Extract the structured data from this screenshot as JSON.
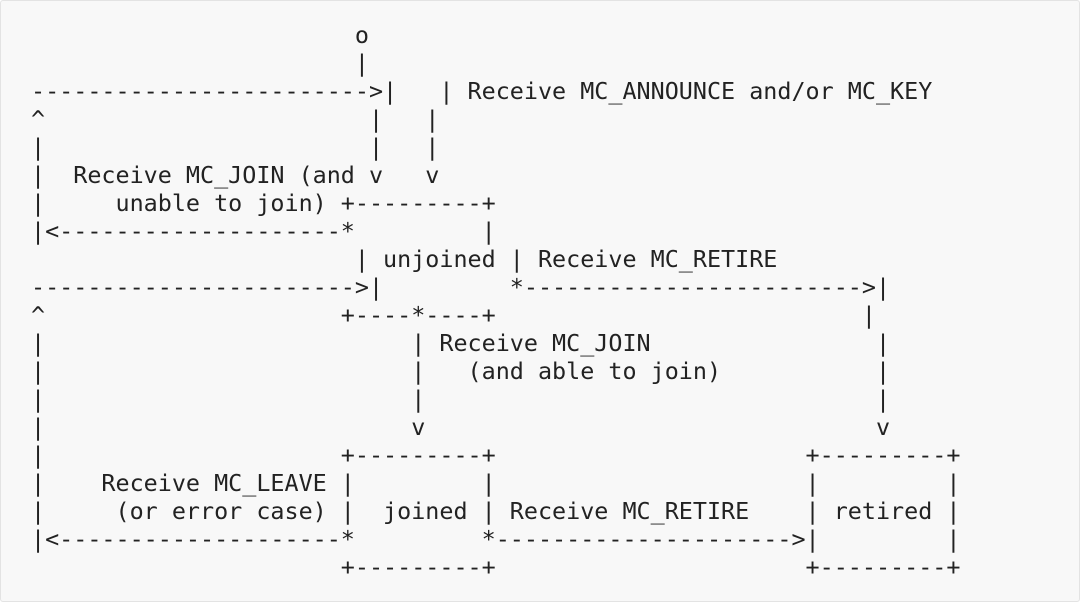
{
  "diagram": {
    "lines": [
      "                       o",
      "                       |",
      "------------------------>|   | Receive MC_ANNOUNCE and/or MC_KEY",
      "^                       |   |",
      "|                       |   |",
      "|  Receive MC_JOIN (and v   v",
      "|     unable to join) +---------+",
      "|<--------------------*         |",
      "                       | unjoined | Receive MC_RETIRE",
      "----------------------->|         *------------------------>|",
      "^                     +----*----+                          |",
      "|                          | Receive MC_JOIN                |",
      "|                          |   (and able to join)           |",
      "|                          |                                |",
      "|                          v                                v",
      "|                     +---------+                      +---------+",
      "|    Receive MC_LEAVE |         |                      |         |",
      "|     (or error case) |  joined | Receive MC_RETIRE    | retired |",
      "|<--------------------*         *--------------------->|         |",
      "                      +---------+                      +---------+"
    ]
  }
}
